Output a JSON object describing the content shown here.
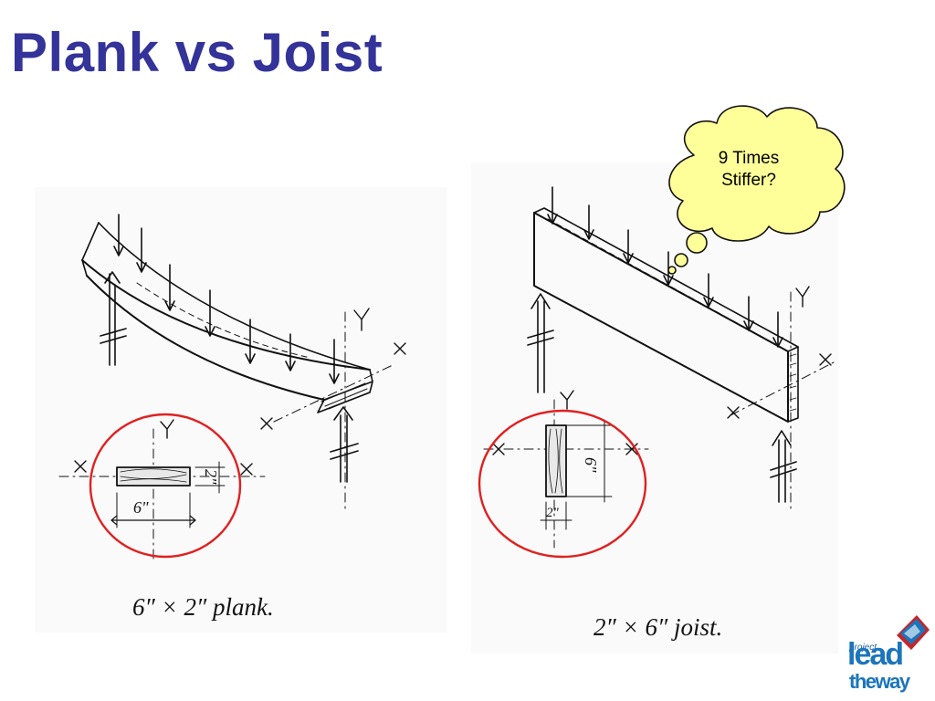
{
  "slide": {
    "title": "Plank vs Joist"
  },
  "callout": {
    "line1": "9 Times",
    "line2": "Stiffer?"
  },
  "plank": {
    "caption": "6″ × 2″ plank.",
    "section_width": "6\"",
    "section_height": "2\"",
    "axis_x": "X",
    "axis_y": "Y"
  },
  "joist": {
    "caption": "2″ × 6″ joist.",
    "section_width": "2\"",
    "section_height": "6\"",
    "axis_x": "X",
    "axis_y": "Y"
  },
  "logo": {
    "small": "project",
    "word1": "lead",
    "word2": "theway"
  },
  "colors": {
    "title": "#333399",
    "circle": "#e02020",
    "bubble_fill": "#ffff99",
    "logo_blue": "#1b75bb",
    "logo_red": "#c0272d"
  }
}
